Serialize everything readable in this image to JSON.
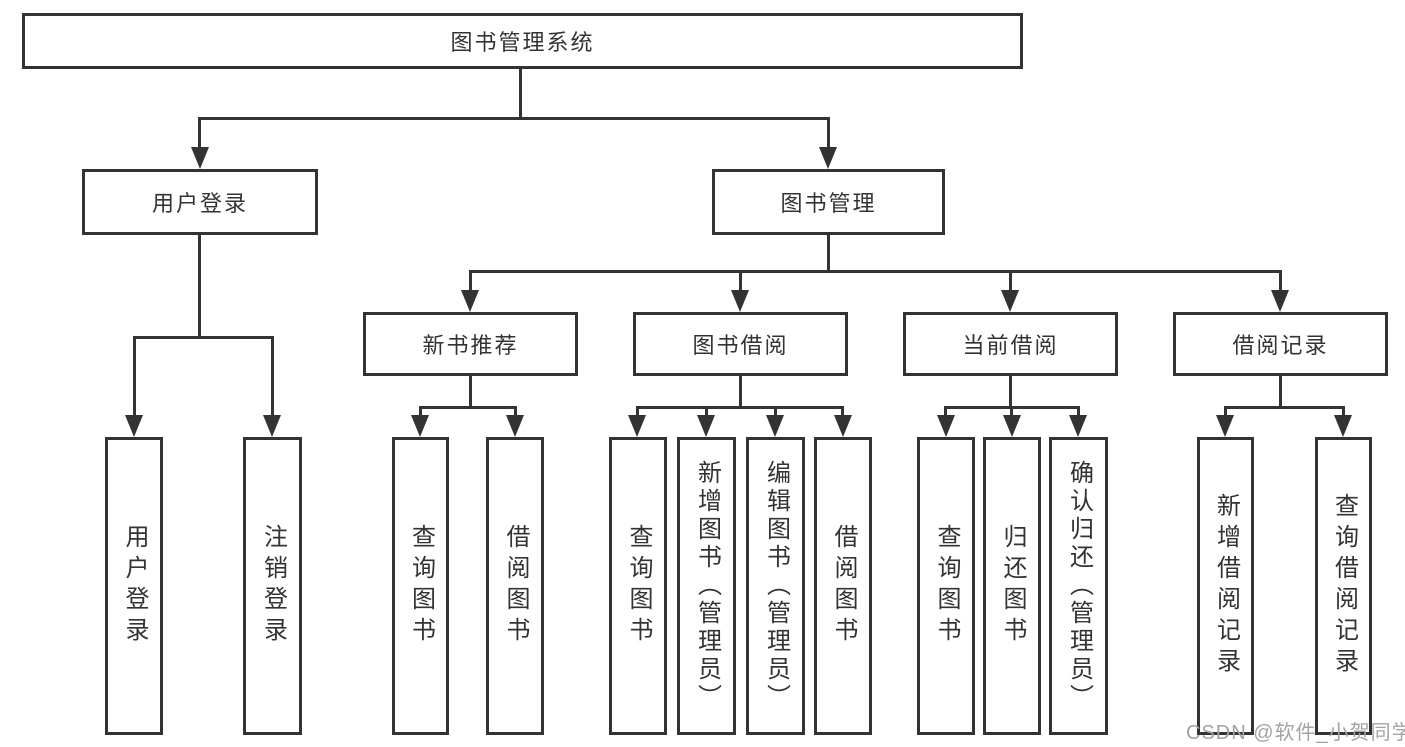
{
  "root": {
    "label": "图书管理系统"
  },
  "branches": [
    {
      "label": "用户登录",
      "children": [
        {
          "label": "用户登录"
        },
        {
          "label": "注销登录"
        }
      ]
    },
    {
      "label": "图书管理",
      "children": [
        {
          "label": "新书推荐",
          "children": [
            {
              "label": "查询图书"
            },
            {
              "label": "借阅图书"
            }
          ]
        },
        {
          "label": "图书借阅",
          "children": [
            {
              "label": "查询图书"
            },
            {
              "label": "新增图书（管理员）"
            },
            {
              "label": "编辑图书（管理员）"
            },
            {
              "label": "借阅图书"
            }
          ]
        },
        {
          "label": "当前借阅",
          "children": [
            {
              "label": "查询图书"
            },
            {
              "label": "归还图书"
            },
            {
              "label": "确认归还（管理员）"
            }
          ]
        },
        {
          "label": "借阅记录",
          "children": [
            {
              "label": "新增借阅记录"
            },
            {
              "label": "查询借阅记录"
            }
          ]
        }
      ]
    }
  ],
  "watermark": {
    "text": "CSDN @软件_小贺同学"
  },
  "colors": {
    "line": "#333333",
    "text": "#333333",
    "watermark": "#a3a3a3",
    "background": "#ffffff"
  }
}
